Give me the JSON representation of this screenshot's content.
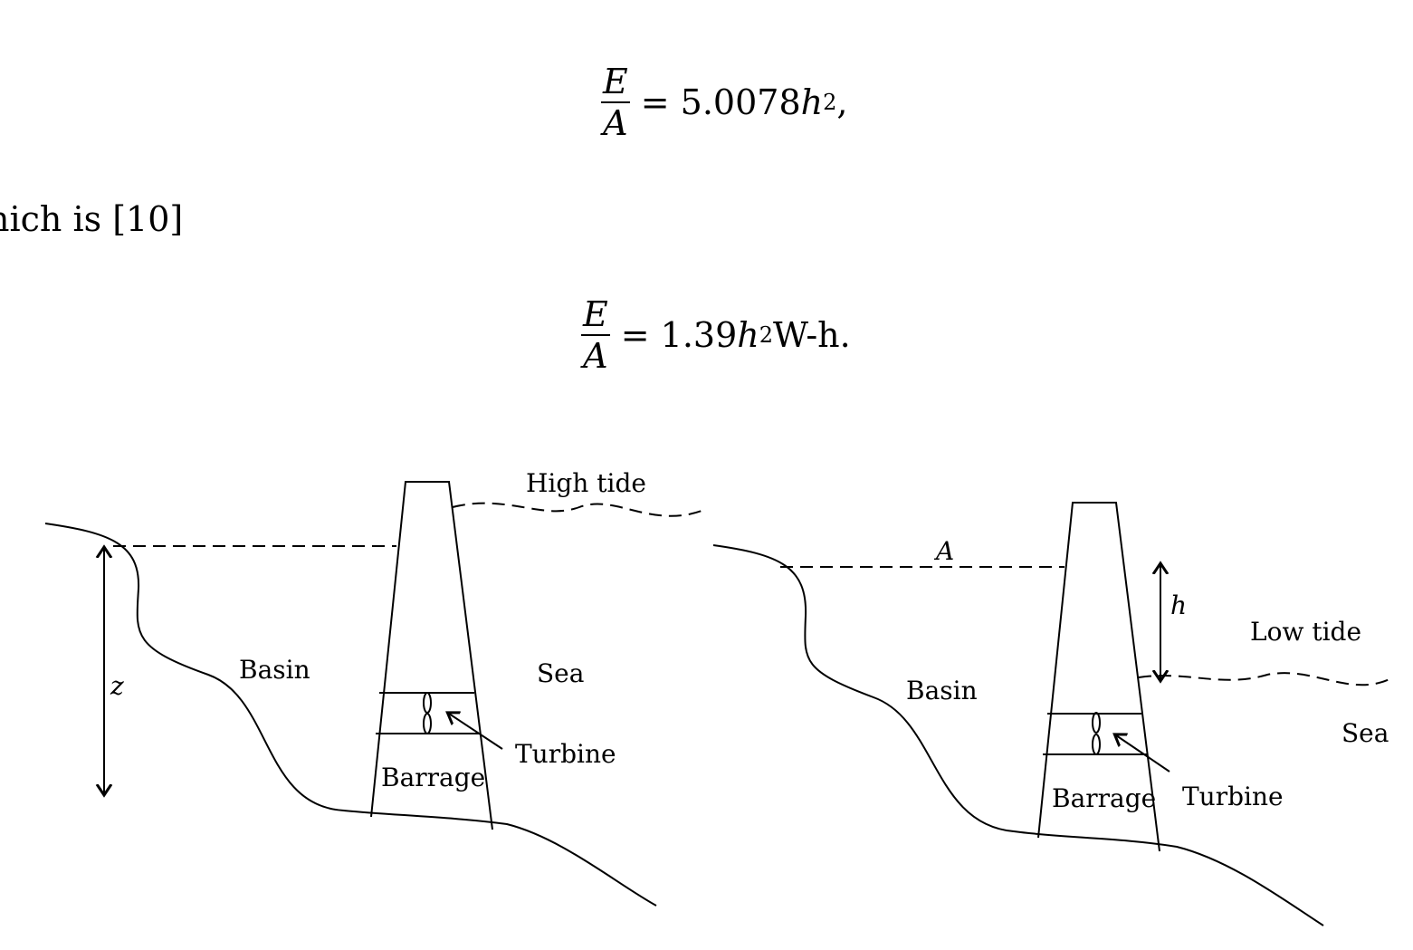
{
  "equation1": {
    "num": "E",
    "den": "A",
    "rhs_prefix": "= 5.0078",
    "var": "h",
    "exp": "2",
    "suffix": ","
  },
  "paragraph": "hich is [10]",
  "equation2": {
    "num": "E",
    "den": "A",
    "rhs_prefix": "= 1.39",
    "var": "h",
    "exp": "2",
    "suffix": " W-h."
  },
  "figure": {
    "left": {
      "tide_label": "High tide",
      "basin": "Basin",
      "sea": "Sea",
      "turbine": "Turbine",
      "barrage": "Barrage",
      "z_label": "z"
    },
    "right": {
      "tide_label": "Low tide",
      "basin": "Basin",
      "sea": "Sea",
      "turbine": "Turbine",
      "barrage": "Barrage",
      "a_label": "A",
      "h_label": "h"
    }
  }
}
